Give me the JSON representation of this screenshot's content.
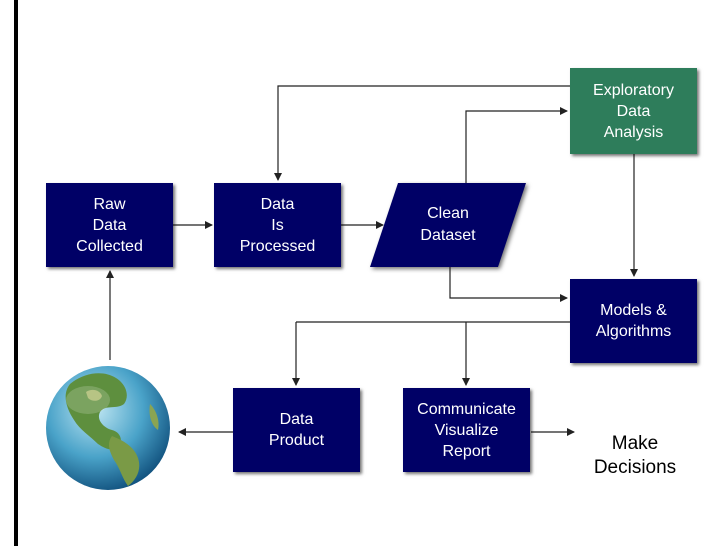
{
  "diagram": {
    "nodes": {
      "raw_data": "Raw\nData\nCollected",
      "data_processed": "Data\nIs\nProcessed",
      "clean_dataset": "Clean\nDataset",
      "exploratory": "Exploratory\nData\nAnalysis",
      "models": "Models &\nAlgorithms",
      "data_product": "Data\nProduct",
      "communicate": "Communicate\nVisualize\nReport",
      "decisions": "Make\nDecisions"
    },
    "colors": {
      "node_fill": "#000066",
      "eda_fill": "#2e7d5b",
      "arrow": "#222222"
    },
    "icons": {
      "globe": "earth-globe-icon"
    }
  }
}
